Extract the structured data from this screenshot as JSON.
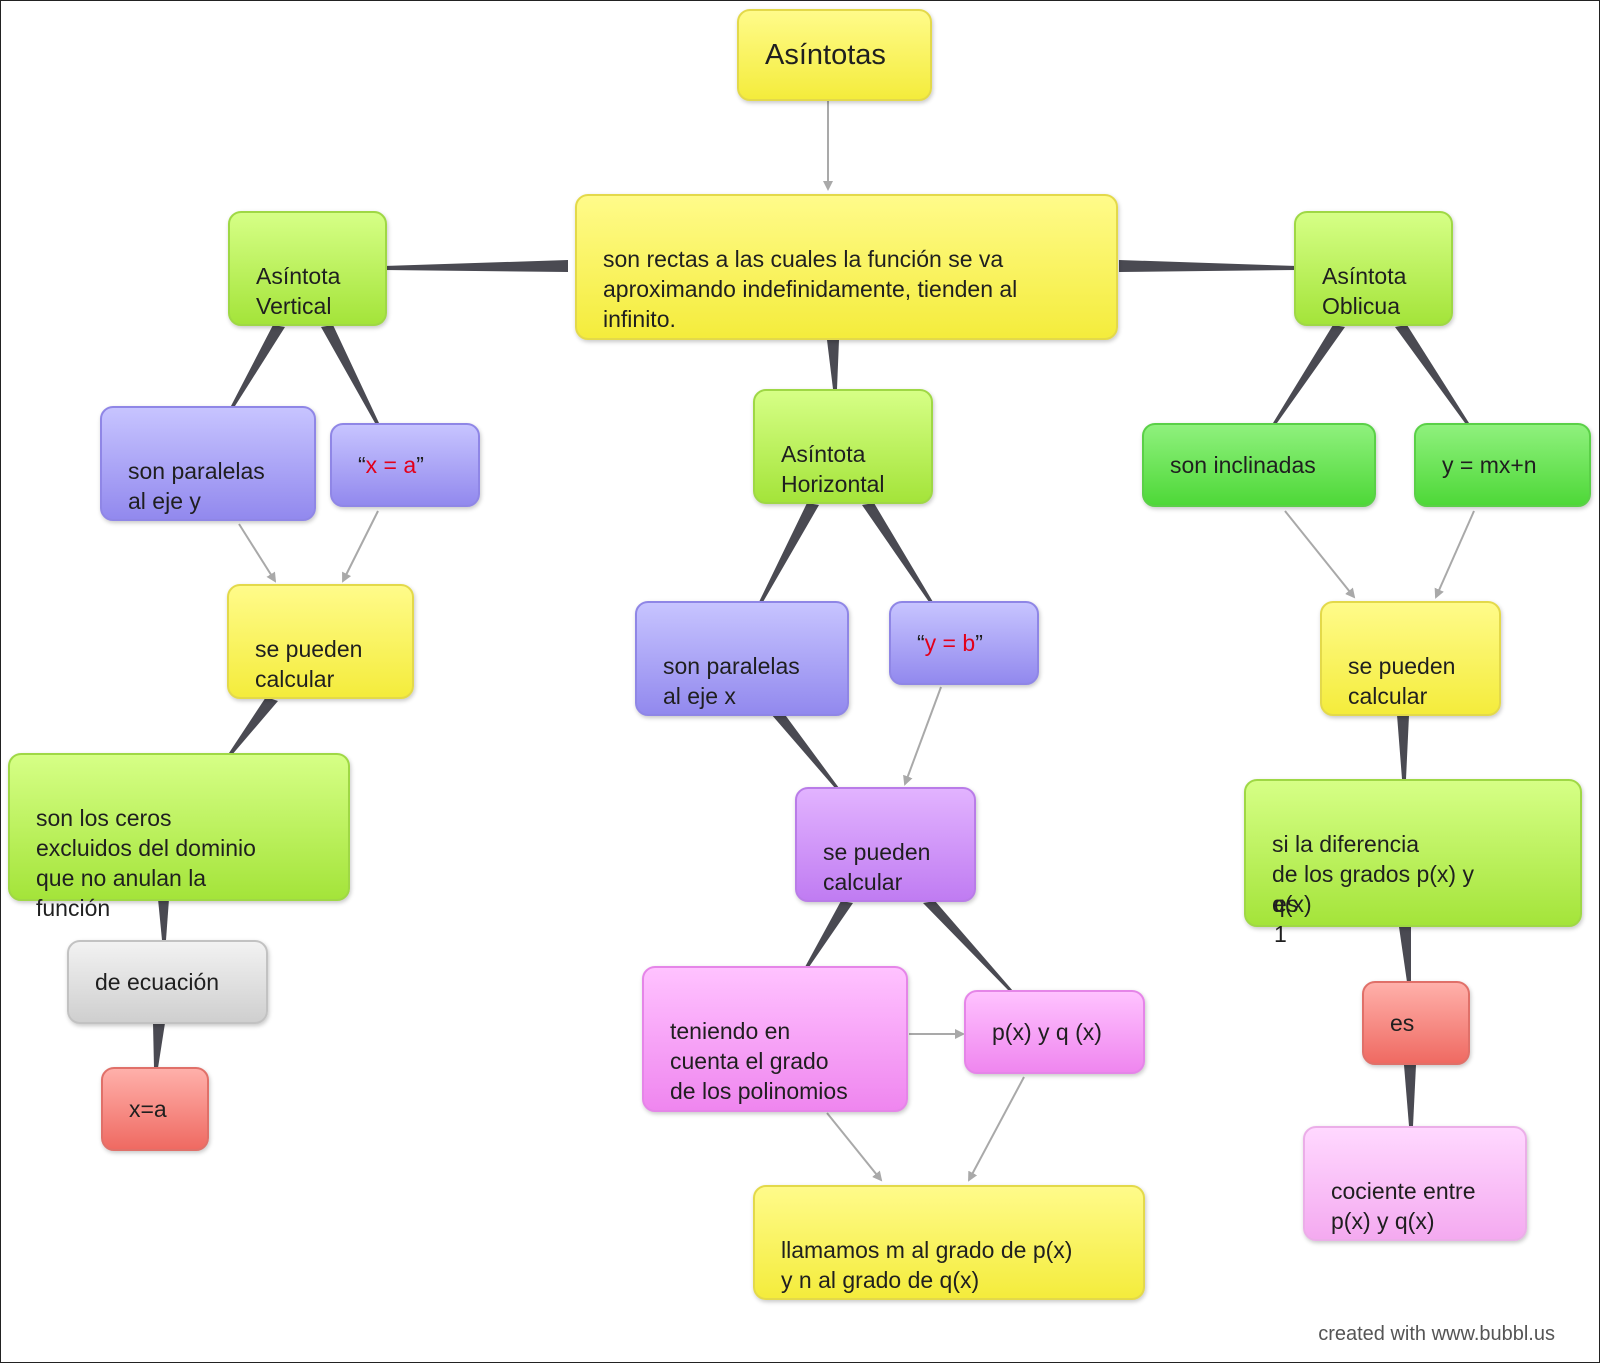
{
  "title": "Asíntotas",
  "definition": "son rectas a las cuales la función se va\naproximando indefinidamente, tienden al\ninfinito.",
  "vertical": {
    "title": "Asíntota\nVertical",
    "parallel": "son paralelas\nal eje y",
    "eq_open": "“",
    "eq_red": "x = a",
    "eq_close": "”",
    "calc": "se  pueden\ncalcular",
    "zeros": "son los ceros\nexcluidos del dominio\nque no anulan la\nfunción",
    "equation_label": "de ecuación",
    "equation": "x=a"
  },
  "horizontal": {
    "title": "Asíntota\nHorizontal",
    "parallel": "son paralelas\nal eje x",
    "eq_open": "“",
    "eq_red": "y = b",
    "eq_close": "”",
    "calc": "se pueden\ncalcular",
    "degree": "teniendo en\ncuenta el grado\nde los polinomios",
    "polys": "p(x) y q (x)",
    "naming": "llamamos m al grado de p(x)\ny n al grado de q(x)"
  },
  "oblique": {
    "title": "Asíntota\nOblicua",
    "inclined": "son inclinadas",
    "equation": "y = mx+n",
    "calc": "se pueden\ncalcular",
    "condition_main": "si la diferencia\nde los grados p(x) y\n",
    "condition_overlap_a": "q(x)",
    "condition_overlap_b": "es 1",
    "is": "es",
    "quotient": "cociente entre\np(x) y q(x)"
  },
  "footer": "created with www.bubbl.us",
  "colors": {
    "connector": "#4a4a52",
    "arrow": "#a9a9a9",
    "accent_red": "#e2001a"
  }
}
